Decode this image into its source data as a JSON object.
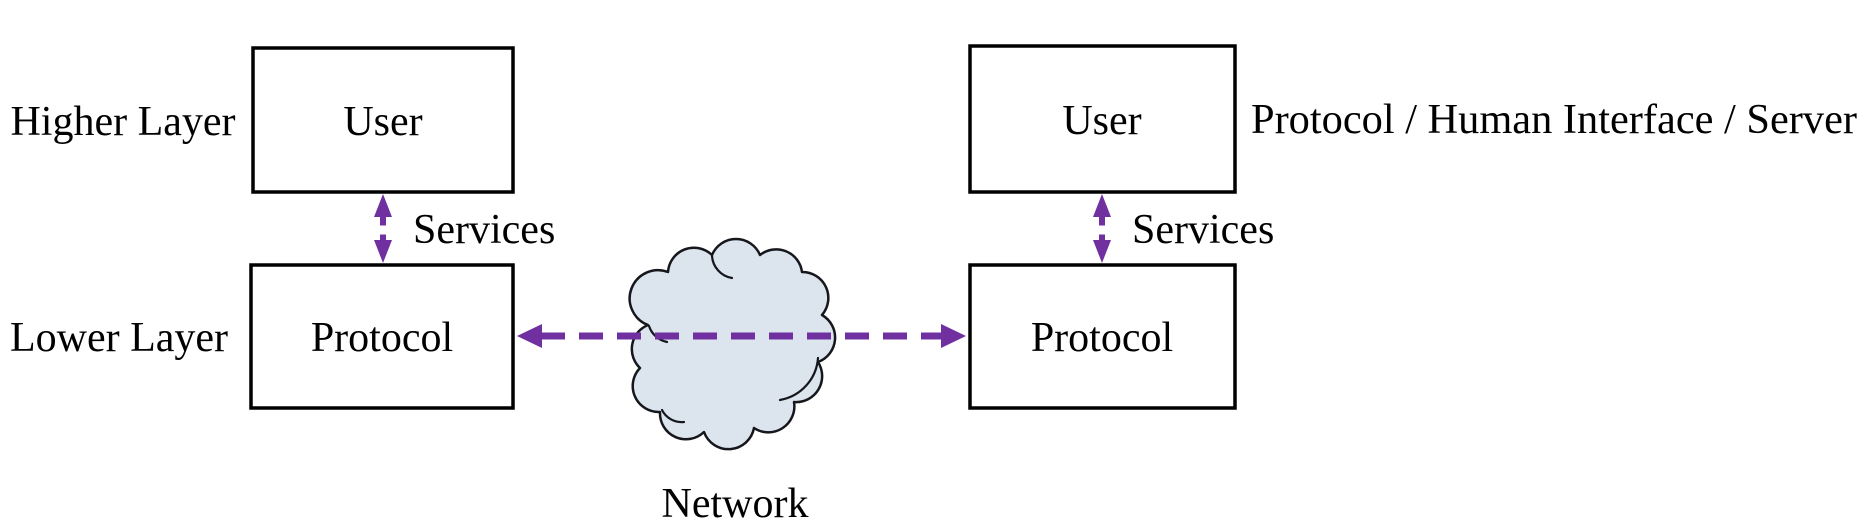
{
  "diagram": {
    "title_semantic": "protocol-layering-diagram",
    "left": {
      "higher_layer_label": "Higher Layer",
      "lower_layer_label": "Lower Layer",
      "user_box_label": "User",
      "protocol_box_label": "Protocol",
      "services_label": "Services"
    },
    "right": {
      "user_box_label": "User",
      "protocol_box_label": "Protocol",
      "services_label": "Services",
      "side_label": "Protocol / Human Interface / Server"
    },
    "network_label": "Network",
    "colors": {
      "background": "#FFFFFF",
      "box_fill": "#FFFFFF",
      "box_border": "#000000",
      "text": "#000000",
      "arrow_purple": "#7030A0",
      "cloud_fill": "#DCE5EE",
      "cloud_stroke": "#16161D"
    }
  }
}
